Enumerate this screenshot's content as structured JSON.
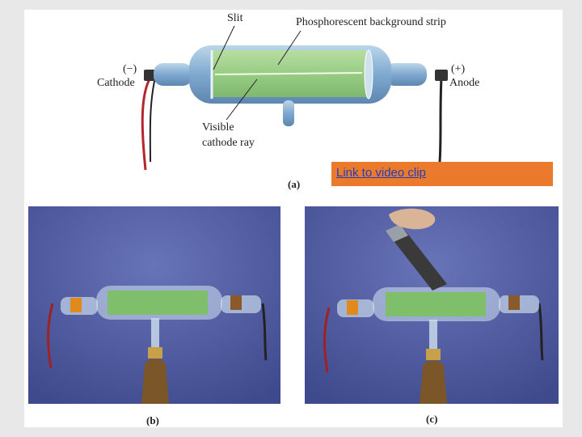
{
  "figure": {
    "diagram_labels": {
      "slit": "Slit",
      "phosphorescent_strip": "Phosphorescent background strip",
      "cathode_sign": "(−)",
      "cathode": "Cathode",
      "anode_sign": "(+)",
      "anode": "Anode",
      "visible_ray_line1": "Visible",
      "visible_ray_line2": "cathode ray"
    },
    "captions": {
      "a": "(a)",
      "b": "(b)",
      "c": "(c)"
    },
    "video_link": "Link to video clip"
  },
  "colors": {
    "glass": "#8fb6d8",
    "tube_fill": "#9fd08a",
    "photo_background": "#4c5a9e",
    "link_box": "#ec7a2c",
    "link_text": "#1f3fbf"
  }
}
